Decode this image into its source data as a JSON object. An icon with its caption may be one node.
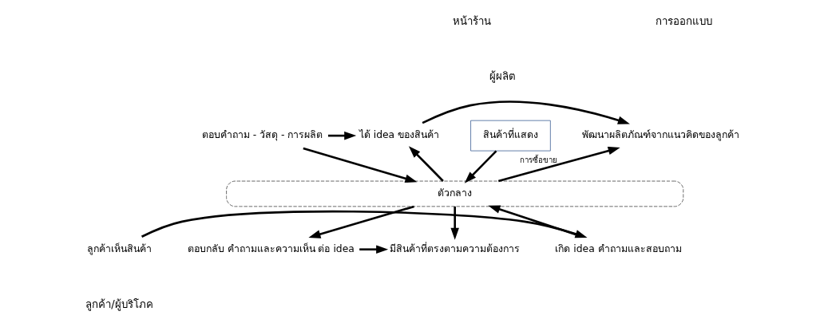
{
  "diagram": {
    "nodes": [
      {
        "text": [
          "สินค้าที่แสดง"
        ]
      },
      {
        "text": [
          "ตอบคำถาม - วัสดุ - การผลิต"
        ]
      },
      {
        "text": [
          "ได้ idea ของสินค้า"
        ]
      },
      {
        "text": [
          "พัฒนาผลิตภัณฑ์จากแนวคิดของลูกค้า"
        ]
      },
      {
        "text": [
          "ตัวกลาง"
        ]
      },
      {
        "text": [
          "ลูกค้าเห็นสินค้า"
        ]
      },
      {
        "text": [
          "เกิด idea คำถามและสอบถาม"
        ]
      },
      {
        "text": [
          "ตอบกลับ คำถามและความเห็น ต่อ idea"
        ]
      },
      {
        "text": [
          "มีสินค้าที่ตรงตามความต้องการ"
        ]
      }
    ],
    "edges": [
      {
        "from": 0,
        "to": 4,
        "arrow": "to"
      },
      {
        "from": 1,
        "to": 4,
        "arrow": "to"
      },
      {
        "from": 1,
        "to": 2,
        "arrow": "to"
      },
      {
        "from": 4,
        "to": 2,
        "arrow": "to"
      },
      {
        "from": 2,
        "to": 3,
        "arrow": "to"
      },
      {
        "from": 4,
        "to": 3,
        "arrow": "to",
        "label": "การซื้อขาย"
      },
      {
        "from": 4,
        "to": 8,
        "arrow": "to"
      },
      {
        "from": 5,
        "to": 6,
        "arrow": "to"
      },
      {
        "from": 6,
        "to": 4,
        "arrow": "to"
      },
      {
        "from": 4,
        "to": 7,
        "arrow": "to"
      },
      {
        "from": 7,
        "to": 8,
        "arrow": "to"
      }
    ],
    "labels": [
      "หน้าร้าน",
      "การออกแบบ",
      "ผู้ผลิต",
      "ลูกค้า/ผู้บริโภค"
    ]
  }
}
